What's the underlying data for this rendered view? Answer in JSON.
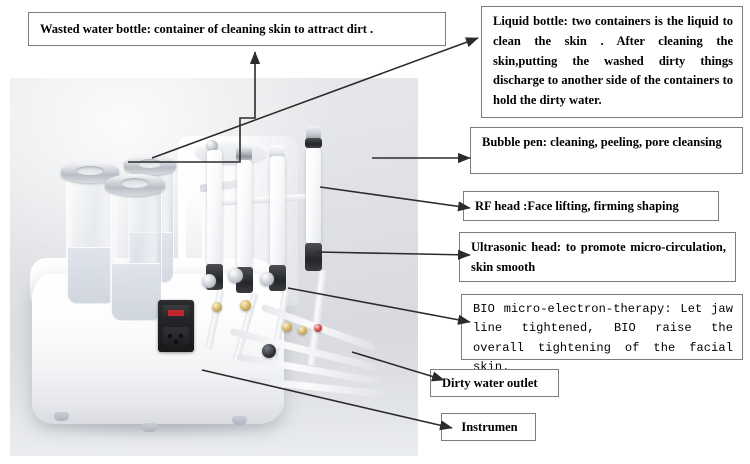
{
  "document": {
    "kind": "annotated-product-diagram",
    "subject": "hydro dermabrasion beauty machine"
  },
  "callouts": {
    "wasted_water_bottle": "Wasted water bottle: container of cleaning skin to attract dirt .",
    "liquid_bottle": "Liquid bottle: two containers is the liquid to clean the skin .   After cleaning the skin,putting the washed dirty things discharge     to another side of the containers to hold the dirty water.",
    "bubble_pen": "Bubble pen: cleaning, peeling, pore cleansing",
    "rf_head": "RF head :Face lifting, firming shaping",
    "ultrasonic_head": "Ultrasonic head:  to  promote micro-circulation, skin smooth",
    "bio_micro_electron": "BIO micro-electron-therapy: Let jaw line tightened, BIO raise the overall tightening of the facial skin.",
    "dirty_water_outlet": "Dirty water outlet",
    "instrumen": "Instrumen"
  },
  "colors": {
    "box_border": "#7d7d7d",
    "text": "#000000",
    "leader_line": "#2b2b2b",
    "photo_background": "#dcdee2",
    "switch_red": "#c0282d"
  },
  "photo": {
    "alt": "White hydro-dermabrasion facial machine with three glass bottles and four handpieces",
    "parts": [
      "wasted-water-bottle",
      "liquid-bottle",
      "bubble-pen-handpiece",
      "rf-head-handpiece",
      "ultrasonic-head-handpiece",
      "bio-micro-electron-handpiece",
      "dirty-water-outlet",
      "instrument-base"
    ]
  }
}
